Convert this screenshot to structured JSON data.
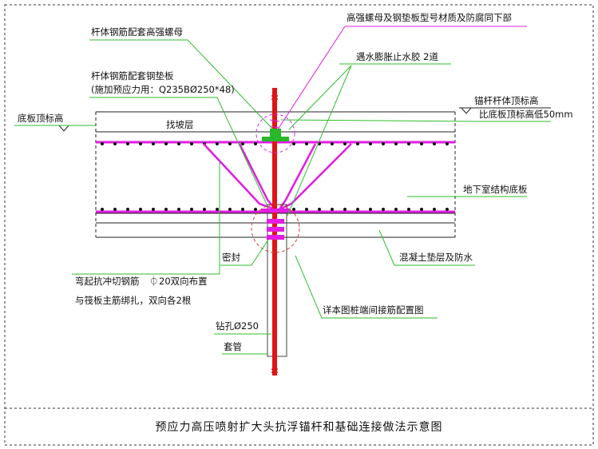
{
  "labels": {
    "nut": "杆体钢筋配套高强螺母",
    "plate_line1": "杆体钢筋配套钢垫板",
    "plate_line2": "(施加预应力用：Q235BØ250*48)",
    "bottom_top_level": "底板顶标高",
    "leveling_layer": "找坡层",
    "material_note": "高强螺母及钢垫板型号材质及防腐同下部",
    "waterstop": "遇水膨胀止水胶 2道",
    "anchor_top_level": "锚杆杆体顶标高",
    "lower_50": "比底板顶标高低50mm",
    "basement_slab": "地下室结构底板",
    "seal": "密封",
    "cushion": "混凝土垫层及防水",
    "rebar_line1": "弯起抗冲切钢筋",
    "rebar_line2": "20双向布置",
    "rebar_line3": "与筏板主筋绑扎，双向各2根",
    "detail_ref": "详本图桩端间接筋配置图",
    "drill_hole": "钻孔Ø250",
    "sleeve": "套管"
  },
  "caption": "预应力高压喷射扩大头抗浮锚杆和基础连接做法示意图",
  "colors": {
    "rebar": "#e21ce2",
    "leader": "#2dbd2d",
    "anchor": "#e01414",
    "nut": "#29b829",
    "outline": "#222222"
  }
}
